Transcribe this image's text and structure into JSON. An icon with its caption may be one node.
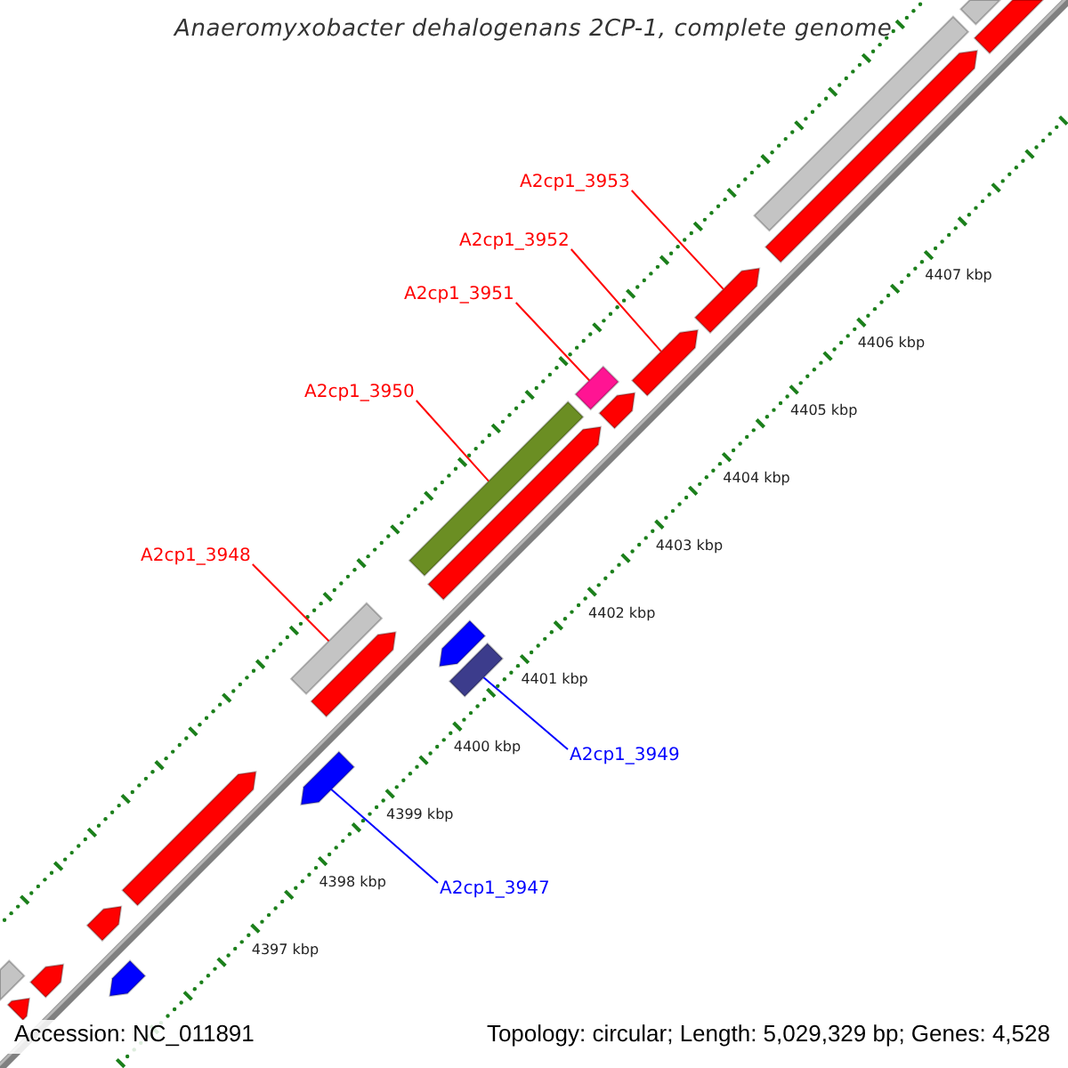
{
  "diagram": {
    "title": "Anaeromyxobacter dehalogenans 2CP-1, complete genome",
    "nodes": [
      {
        "text": [
          "A2cp1_3953"
        ]
      },
      {
        "text": [
          "A2cp1_3952"
        ]
      },
      {
        "text": [
          "A2cp1_3951"
        ]
      },
      {
        "text": [
          "A2cp1_3950"
        ]
      },
      {
        "text": [
          "A2cp1_3948"
        ]
      },
      {
        "text": [
          "A2cp1_3949"
        ]
      },
      {
        "text": [
          "A2cp1_3947"
        ]
      },
      {
        "text": [],
        "shape": "arrow"
      },
      {
        "text": [],
        "shape": "arrow"
      },
      {
        "text": [],
        "shape": "bar"
      },
      {
        "text": [],
        "shape": "bar"
      },
      {
        "text": [],
        "shape": "bar"
      },
      {
        "text": [],
        "shape": "bar"
      },
      {
        "text": [],
        "shape": "arrow"
      },
      {
        "text": [],
        "shape": "bar"
      },
      {
        "text": [],
        "shape": "arrow"
      },
      {
        "text": [],
        "shape": "bar"
      },
      {
        "text": [],
        "shape": "arrow"
      },
      {
        "text": [],
        "shape": "arrow"
      },
      {
        "text": [],
        "shape": "arrow"
      },
      {
        "text": [],
        "shape": "arrow"
      },
      {
        "text": [],
        "shape": "arrow"
      },
      {
        "text": [],
        "shape": "arrow"
      },
      {
        "text": [],
        "shape": "arrow"
      },
      {
        "text": [],
        "shape": "arrow"
      },
      {
        "text": [],
        "shape": "arrow"
      },
      {
        "text": [],
        "shape": "bar"
      },
      {
        "text": [],
        "shape": "arrow"
      }
    ],
    "edges": [
      {
        "from": 0,
        "to": 7,
        "arrow": "none"
      },
      {
        "from": 1,
        "to": 8,
        "arrow": "none"
      },
      {
        "from": 2,
        "to": 9,
        "arrow": "none"
      },
      {
        "from": 3,
        "to": 10,
        "arrow": "none"
      },
      {
        "from": 4,
        "to": 11,
        "arrow": "none"
      },
      {
        "from": 5,
        "to": 12,
        "arrow": "none",
        "color": "#0000ff"
      },
      {
        "from": 6,
        "to": 13,
        "arrow": "none",
        "color": "#0000ff"
      }
    ],
    "labels": [
      "4407 kbp",
      "4406 kbp",
      "4405 kbp",
      "4404 kbp",
      "4403 kbp",
      "4402 kbp",
      "4401 kbp",
      "4400 kbp",
      "4399 kbp",
      "4398 kbp",
      "4397 kbp",
      "Accession: NC_011891",
      "Topology: circular; Length: 5,029,329 bp; Genes: 4,528"
    ]
  }
}
